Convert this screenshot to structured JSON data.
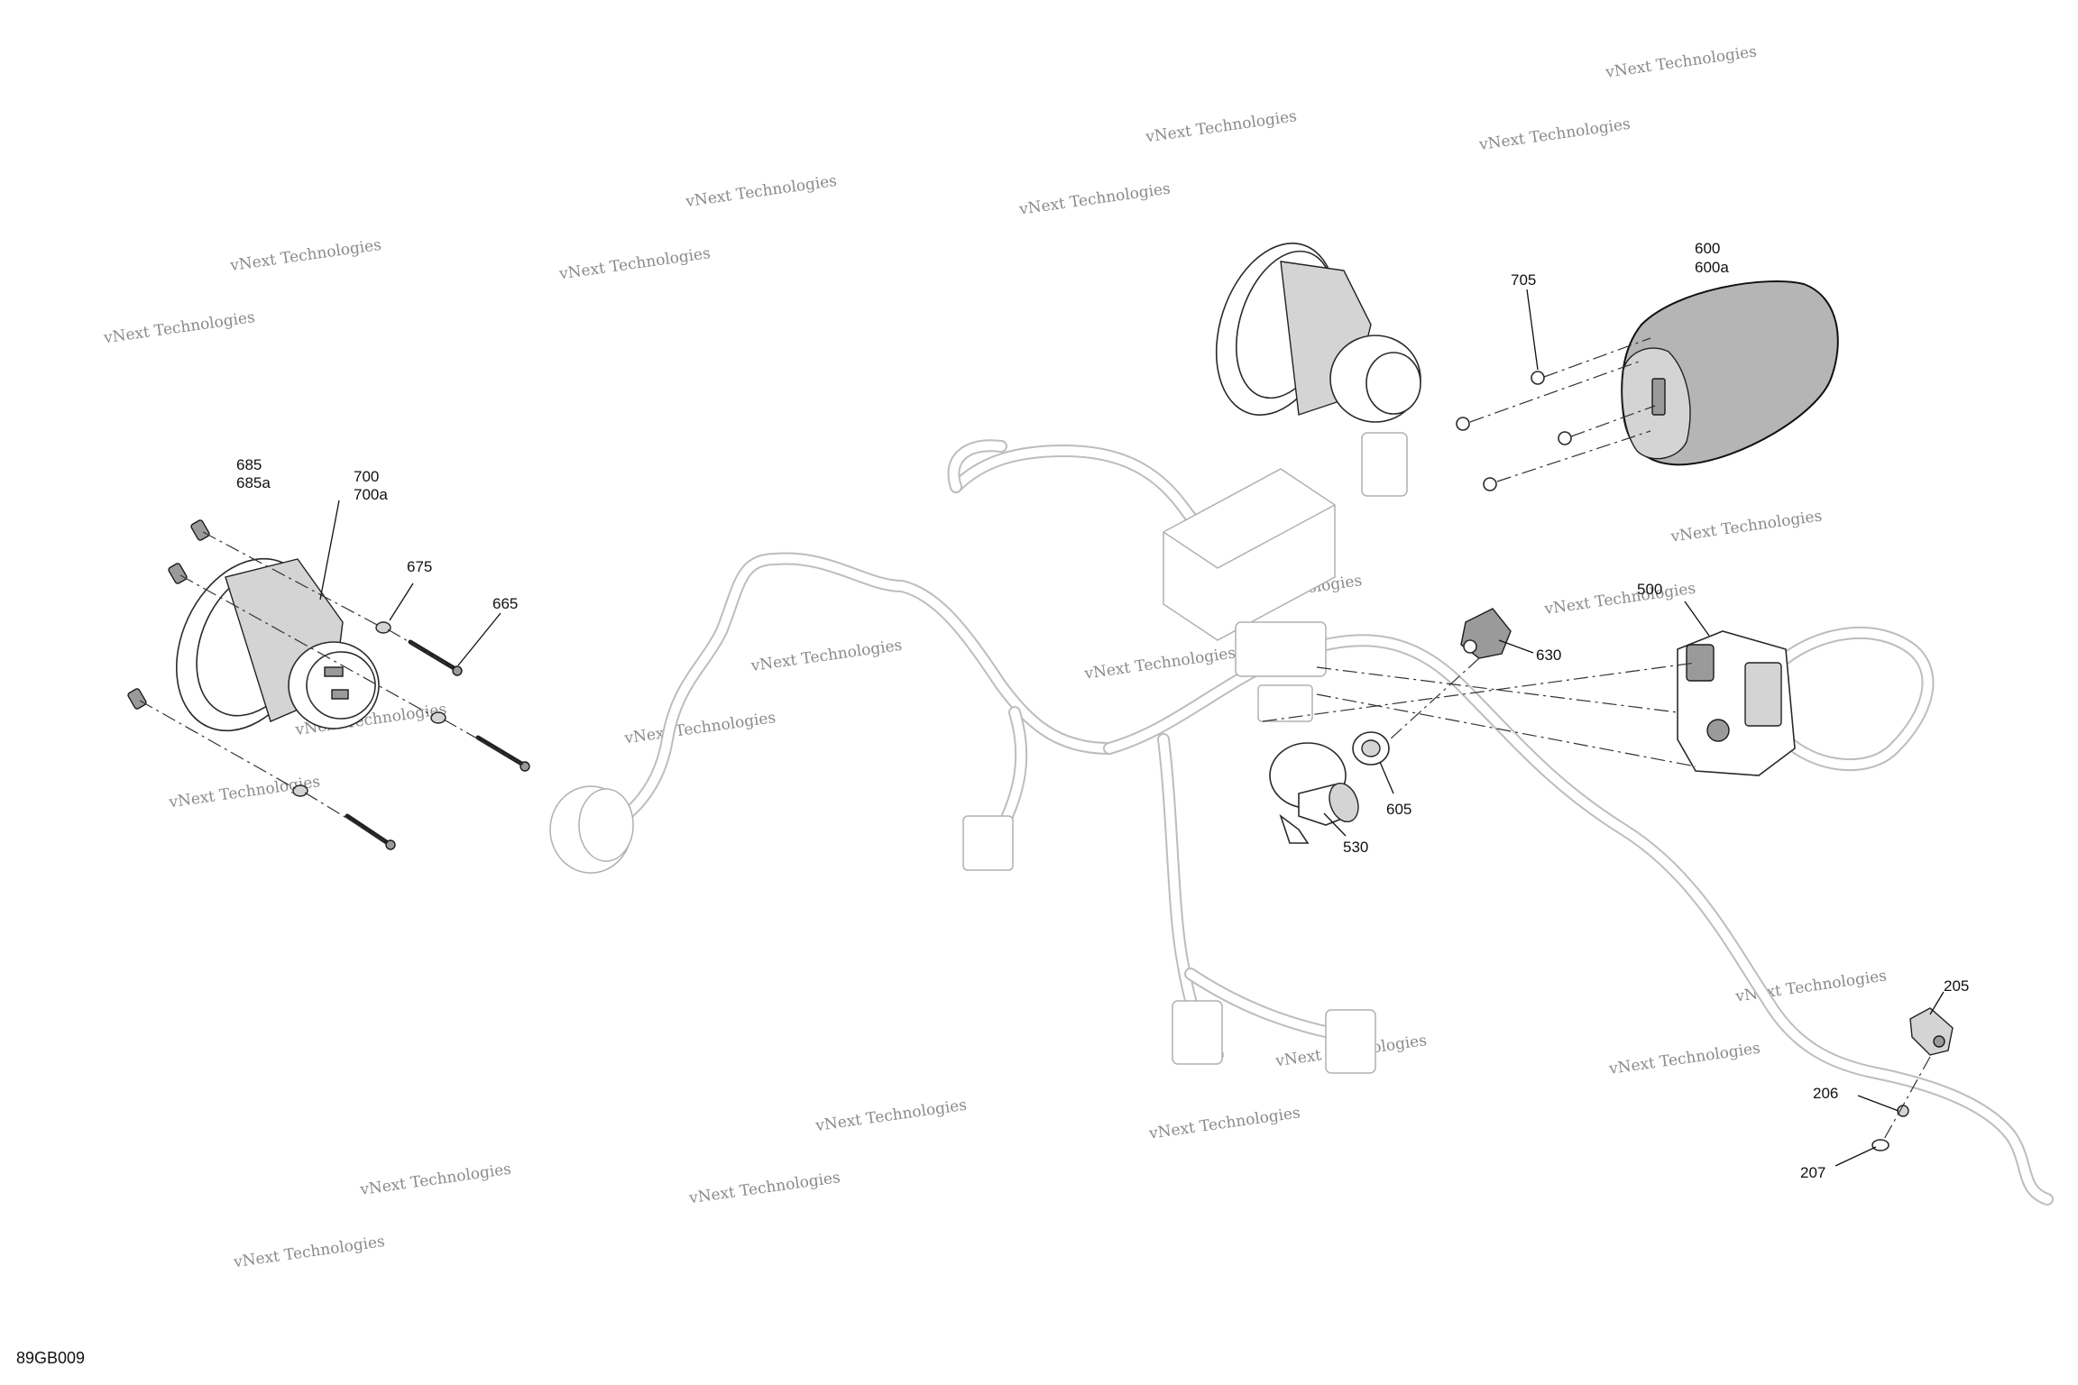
{
  "drawing_id": "89GB009",
  "watermark": {
    "line1": "vNext Technologies",
    "line2": "vNext Technologies"
  },
  "callouts": {
    "c685": "685",
    "c685a": "685a",
    "c700": "700",
    "c700a": "700a",
    "c675": "675",
    "c665": "665",
    "c705": "705",
    "c600": "600",
    "c600a": "600a",
    "c500": "500",
    "c630": "630",
    "c605": "605",
    "c530": "530",
    "c205": "205",
    "c206": "206",
    "c207": "207"
  }
}
